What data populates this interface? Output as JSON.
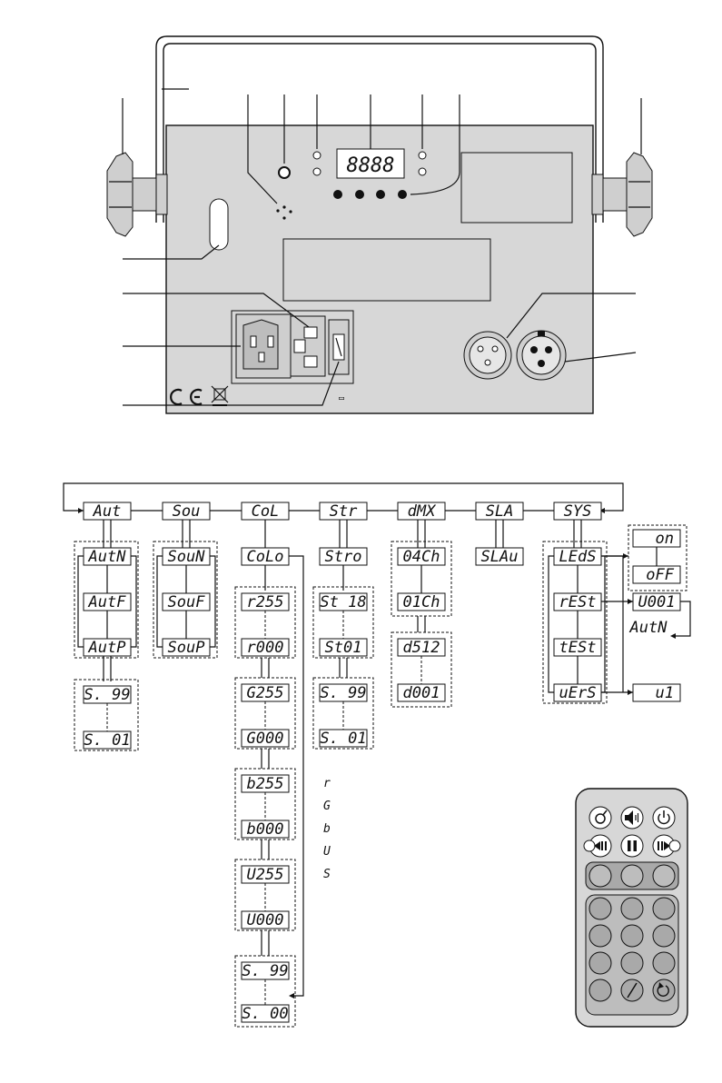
{
  "panel": {
    "display_digits": "8888",
    "fuse_symbol": "▭"
  },
  "menu": {
    "top": [
      "Aut",
      "Sou",
      "CoL",
      "Str",
      "dMX",
      "SLA",
      "SYS"
    ],
    "aut_sub": [
      "AutN",
      "AutF",
      "AutP"
    ],
    "aut_speed": [
      "S. 99",
      "S. 01"
    ],
    "sou_sub": [
      "SouN",
      "SouF",
      "SouP"
    ],
    "col_sub": [
      "CoLo"
    ],
    "col_values": [
      "r255",
      "r000",
      "G255",
      "G000",
      "b255",
      "b000",
      "U255",
      "U000",
      "S. 99",
      "S. 00"
    ],
    "str_sub": [
      "Stro"
    ],
    "str_values": [
      "St 18",
      "St01",
      "S. 99",
      "S. 01"
    ],
    "dmx_sub": [
      "04Ch",
      "01Ch"
    ],
    "dmx_values": [
      "d512",
      "d001"
    ],
    "sla_sub": [
      "SLAu"
    ],
    "sys_sub": [
      "LEdS",
      "rESt",
      "tESt",
      "uErS"
    ],
    "leds_options": [
      "on",
      "oFF"
    ],
    "reset_value": "U001",
    "reset_note": "AutN",
    "version_value": "u1"
  },
  "color_legend": [
    "r",
    "G",
    "b",
    "U",
    "S"
  ],
  "remote": {
    "play_pause_icon": "pause-icon"
  }
}
